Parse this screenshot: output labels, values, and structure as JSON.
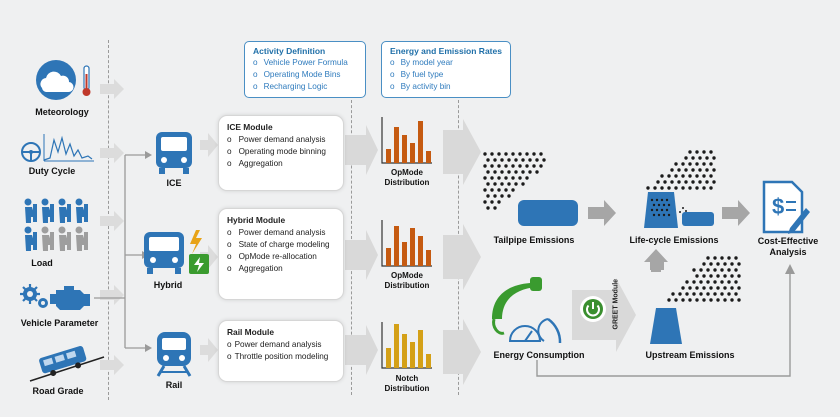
{
  "inputs": [
    {
      "label": "Meteorology",
      "icon": "cloud-thermometer-icon"
    },
    {
      "label": "Duty Cycle",
      "icon": "steering-speed-trace-icon"
    },
    {
      "label": "Load",
      "icon": "passengers-icon"
    },
    {
      "label": "Vehicle Parameter",
      "icon": "engine-gears-icon"
    },
    {
      "label": "Road Grade",
      "icon": "vehicle-on-slope-icon"
    }
  ],
  "activity_definition": {
    "title": "Activity Definition",
    "items": [
      "Vehicle Power Formula",
      "Operating Mode Bins",
      "Recharging Logic"
    ]
  },
  "energy_rates": {
    "title": "Energy and Emission Rates",
    "items": [
      "By model year",
      "By fuel type",
      "By activity bin"
    ]
  },
  "vehicles": [
    {
      "label": "ICE",
      "icon": "bus-icon"
    },
    {
      "label": "Hybrid",
      "icon": "hybrid-bus-icon"
    },
    {
      "label": "Rail",
      "icon": "train-icon"
    }
  ],
  "modules": [
    {
      "title": "ICE Module",
      "items": [
        "Power demand analysis",
        "Operating mode binning",
        "Aggregation"
      ]
    },
    {
      "title": "Hybrid Module",
      "items": [
        "Power demand analysis",
        "State of charge modeling",
        "OpMode re-allocation",
        "Aggregation"
      ]
    },
    {
      "title": "Rail Module",
      "items": [
        "Power demand analysis",
        "Throttle position modeling"
      ]
    }
  ],
  "distributions": [
    {
      "line1": "OpMode",
      "line2": "Distribution",
      "color": "#c55a11"
    },
    {
      "line1": "OpMode",
      "line2": "Distribution",
      "color": "#c55a11"
    },
    {
      "line1": "Notch",
      "line2": "Distribution",
      "color": "#d4a017"
    }
  ],
  "outputs": {
    "tailpipe": "Tailpipe Emissions",
    "lifecycle": "Life-cycle Emissions",
    "cost_line1": "Cost-Effective",
    "cost_line2": "Analysis",
    "energy": "Energy Consumption",
    "upstream": "Upstream Emissions",
    "greet": "GREET Module"
  },
  "colors": {
    "blue": "#2e75b6",
    "orange": "#c55a11",
    "gold": "#d4a017",
    "green": "#3a8f2f",
    "arrow_gray": "#d9d9d9"
  }
}
